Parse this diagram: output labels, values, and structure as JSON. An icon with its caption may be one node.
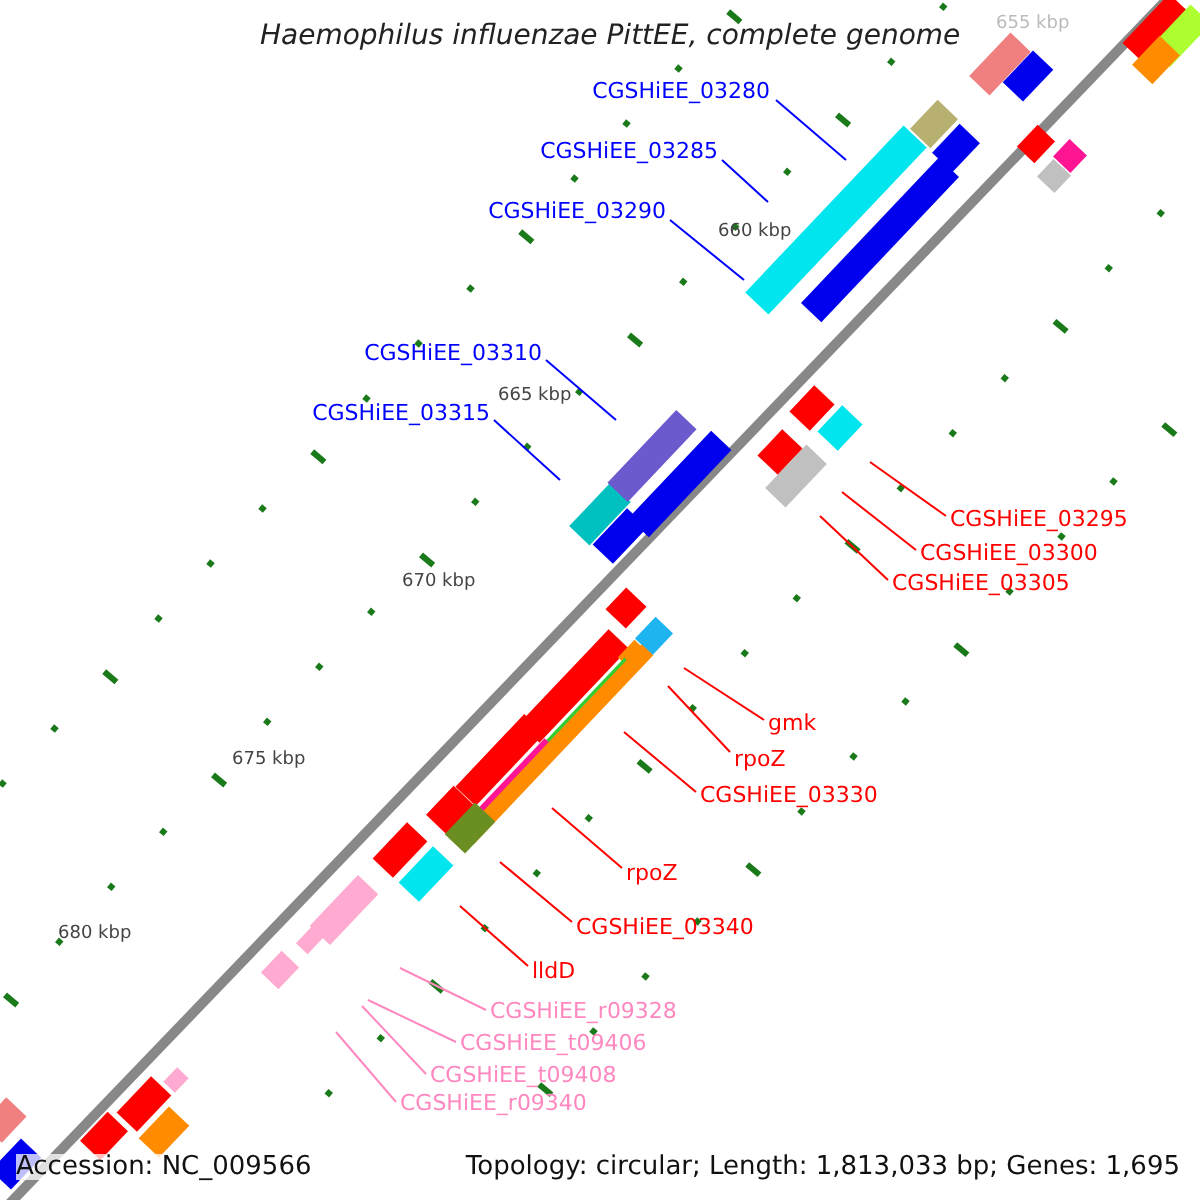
{
  "diagram": {
    "title": "Haemophilus influenzae PittEE, complete genome",
    "nodes": [
      {
        "text": [
          "CGSHiEE_03280"
        ]
      },
      {
        "text": [
          "CGSHiEE_03285"
        ]
      },
      {
        "text": [
          "CGSHiEE_03290"
        ]
      },
      {
        "text": [
          "CGSHiEE_03310"
        ]
      },
      {
        "text": [
          "CGSHiEE_03315"
        ]
      },
      {
        "text": [
          "CGSHiEE_03295"
        ]
      },
      {
        "text": [
          "CGSHiEE_03300"
        ]
      },
      {
        "text": [
          "CGSHiEE_03305"
        ]
      },
      {
        "text": [
          "gmk"
        ]
      },
      {
        "text": [
          "rpoZ"
        ]
      },
      {
        "text": [
          "CGSHiEE_03330"
        ]
      },
      {
        "text": [
          "rpoZ"
        ]
      },
      {
        "text": [
          "CGSHiEE_03340"
        ]
      },
      {
        "text": [
          "lldD"
        ]
      },
      {
        "text": [
          "CGSHiEE_r09328"
        ]
      },
      {
        "text": [
          "CGSHiEE_t09406"
        ]
      },
      {
        "text": [
          "CGSHiEE_t09408"
        ]
      },
      {
        "text": [
          "CGSHiEE_r09340"
        ]
      }
    ],
    "edges": [
      {
        "from": 0,
        "to": null,
        "arrow": "none",
        "color": "#0000ff"
      },
      {
        "from": 1,
        "to": null,
        "arrow": "none",
        "color": "#0000ff"
      },
      {
        "from": 2,
        "to": null,
        "arrow": "none",
        "color": "#0000ff"
      },
      {
        "from": 3,
        "to": null,
        "arrow": "none",
        "color": "#0000ff"
      },
      {
        "from": 4,
        "to": null,
        "arrow": "none",
        "color": "#0000ff"
      },
      {
        "from": 5,
        "to": null,
        "arrow": "none"
      },
      {
        "from": 6,
        "to": null,
        "arrow": "none"
      },
      {
        "from": 7,
        "to": null,
        "arrow": "none"
      },
      {
        "from": 8,
        "to": null,
        "arrow": "none"
      },
      {
        "from": 9,
        "to": null,
        "arrow": "none"
      },
      {
        "from": 10,
        "to": null,
        "arrow": "none"
      },
      {
        "from": 11,
        "to": null,
        "arrow": "none"
      },
      {
        "from": 12,
        "to": null,
        "arrow": "none"
      },
      {
        "from": 13,
        "to": null,
        "arrow": "none"
      },
      {
        "from": 14,
        "to": null,
        "arrow": "none",
        "color": "#ff88c0"
      },
      {
        "from": 15,
        "to": null,
        "arrow": "none",
        "color": "#ff88c0"
      },
      {
        "from": 16,
        "to": null,
        "arrow": "none",
        "color": "#ff88c0"
      },
      {
        "from": 17,
        "to": null,
        "arrow": "none",
        "color": "#ff88c0"
      }
    ],
    "labels": [
      "655 kbp",
      "660 kbp",
      "665 kbp",
      "670 kbp",
      "675 kbp",
      "680 kbp",
      "Accession: NC_009566",
      "Topology: circular; Length: 1,813,033 bp; Genes: 1,695"
    ]
  }
}
